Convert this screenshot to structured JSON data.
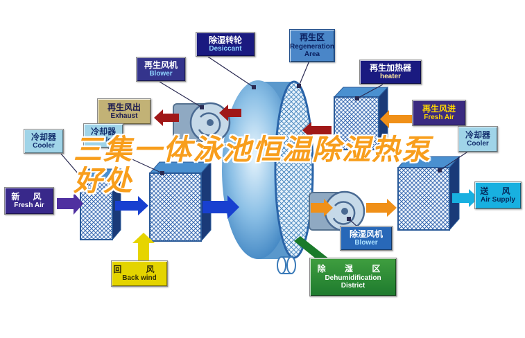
{
  "watermark": {
    "line1": "三集一体泳池恒温除湿热泵",
    "line2": "好处"
  },
  "labels": {
    "desiccant_wheel": {
      "zh": "除湿转轮",
      "en": "Desiccant"
    },
    "regeneration_area": {
      "zh": "再生区",
      "en": "Regeneration Area"
    },
    "regen_blower": {
      "zh": "再生风机",
      "en": "Blower"
    },
    "regen_heater": {
      "zh": "再生加热器",
      "en": "heater"
    },
    "exhaust": {
      "zh": "再生风出",
      "en": "Exhaust"
    },
    "regen_fresh_air": {
      "zh": "再生风进",
      "en": "Fresh Air"
    },
    "cooler_left": {
      "zh": "冷却器",
      "en": "Cooler"
    },
    "cooler_mid": {
      "zh": "冷却器",
      "en": "Cooler"
    },
    "cooler_right": {
      "zh": "冷却器",
      "en": "Cooler"
    },
    "fresh_air_in": {
      "zh": "新 风",
      "en": "Fresh Air"
    },
    "air_supply": {
      "zh": "送 风",
      "en": "Air Supply"
    },
    "back_wind": {
      "zh": "回 风",
      "en": "Back wind"
    },
    "dehum_blower": {
      "zh": "除湿风机",
      "en": "Blower"
    },
    "dehum_district": {
      "zh": "除 湿 区",
      "en": "Dehumidification District"
    }
  },
  "palette": {
    "watermark_orange": "#f89e1c",
    "arrow_red": "#a01818",
    "arrow_orange": "#f09018",
    "arrow_blue": "#1840d0",
    "arrow_purple": "#5030a0",
    "arrow_yellow": "#e6d400",
    "arrow_cyan": "#18b0e0",
    "wheel_blue": "#4488c4",
    "coil_blue": "#3a6ab0",
    "green_label": "#2e8b35"
  }
}
